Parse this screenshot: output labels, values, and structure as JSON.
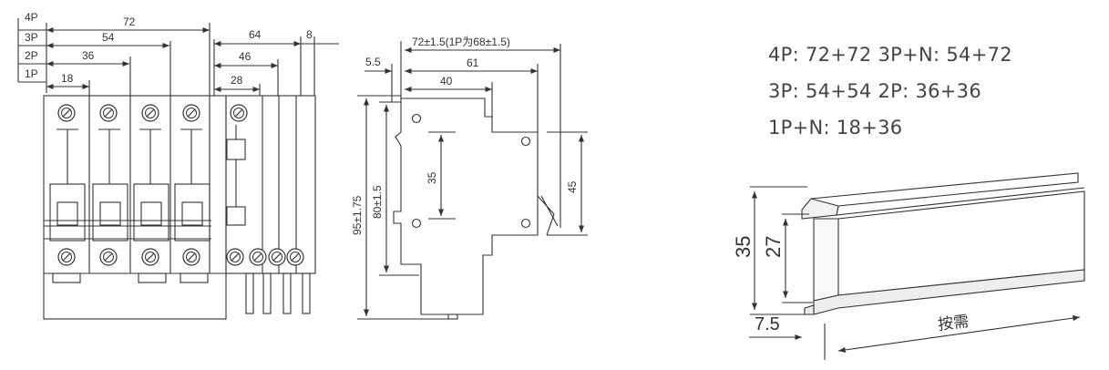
{
  "front_view": {
    "pole_labels": [
      "4P",
      "3P",
      "2P",
      "1P"
    ],
    "module_widths": [
      "72",
      "54",
      "36",
      "18"
    ],
    "aux_widths": [
      "64",
      "46",
      "28"
    ],
    "aux_extra": "8"
  },
  "side_view": {
    "overall_width": "72±1.5(1P为68±1.5)",
    "offset": "5.5",
    "width_61": "61",
    "width_40": "40",
    "height_95": "95±1.75",
    "height_80": "80±1.5",
    "height_35": "35",
    "height_45": "45"
  },
  "combinations": [
    "4P: 72+72 3P+N: 54+72",
    "3P: 54+54 2P: 36+36",
    "1P+N: 18+36"
  ],
  "rail": {
    "height_35": "35",
    "height_27": "27",
    "flange": "7.5",
    "length": "按需"
  }
}
